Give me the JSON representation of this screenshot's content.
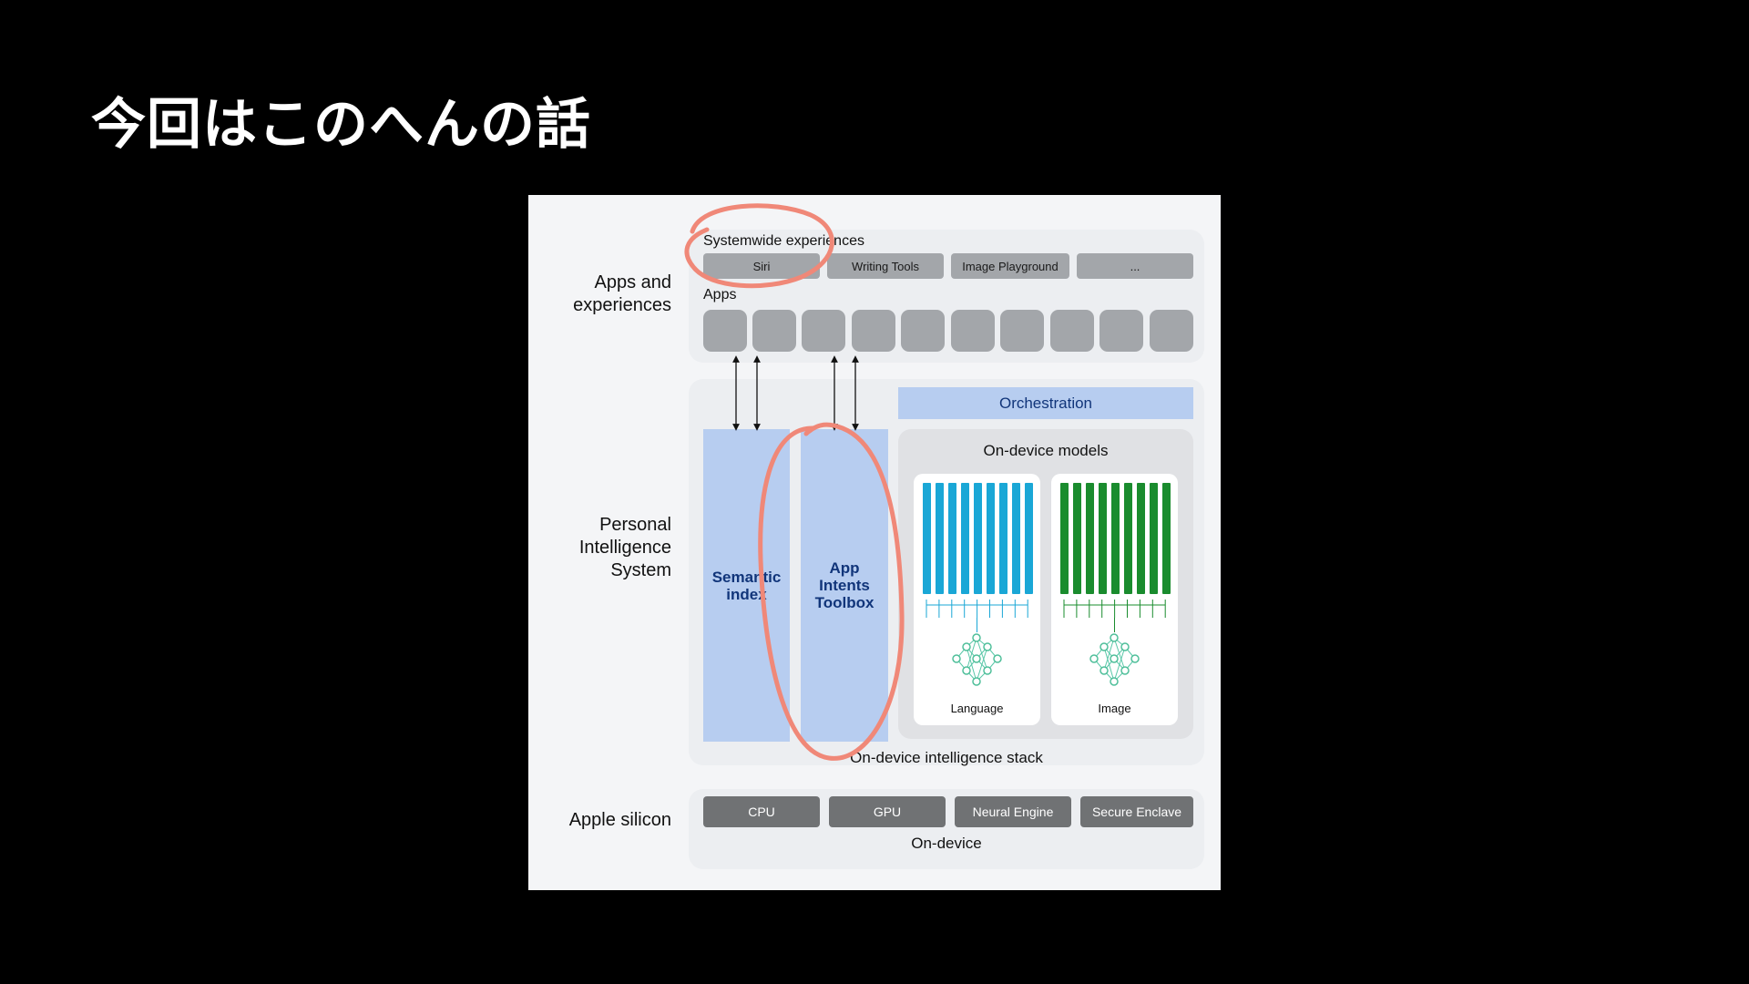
{
  "slide": {
    "title": "今回はこのへんの話"
  },
  "diagram": {
    "row_labels": {
      "apps": "Apps and\nexperiences",
      "pis": "Personal\nIntelligence\nSystem",
      "silicon": "Apple silicon"
    },
    "systemwide": {
      "label": "Systemwide experiences",
      "items": [
        "Siri",
        "Writing Tools",
        "Image Playground",
        "..."
      ]
    },
    "apps": {
      "label": "Apps",
      "icon_count": 10
    },
    "orchestration": "Orchestration",
    "semantic_index": "Semantic\nindex",
    "app_intents": "App\nIntents\nToolbox",
    "on_device_models": {
      "title": "On-device models",
      "language": "Language",
      "image": "Image"
    },
    "stack_caption": "On-device intelligence stack",
    "silicon": {
      "items": [
        "CPU",
        "GPU",
        "Neural Engine",
        "Secure Enclave"
      ],
      "caption": "On-device"
    },
    "colors": {
      "highlight": "#f08878",
      "language_bars": "#1aa7d6",
      "image_bars": "#1a8c2e",
      "blue_fill": "#b7cdf0",
      "blue_text": "#11357a"
    }
  }
}
